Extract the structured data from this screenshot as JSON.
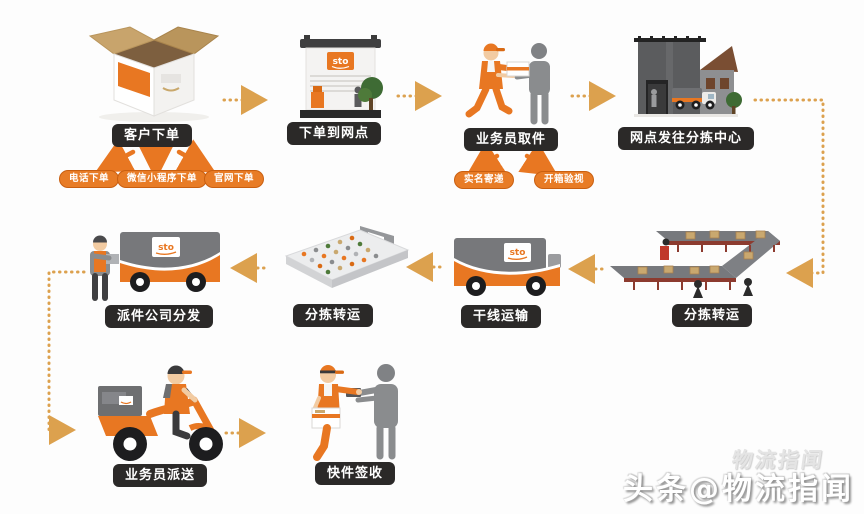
{
  "brand": {
    "logo_text": "sto"
  },
  "palette": {
    "orange": "#E87722",
    "orange_dark": "#D96A14",
    "arrow_dotted": "#DCA14E",
    "label_bg": "#2B2928",
    "label_text": "#FFFFFF",
    "pill_bg": "#E87C26",
    "gray_dark": "#5B5C5E",
    "gray_mid": "#8A8C8E",
    "cardboard": "#C8A46C",
    "green": "#4E7A3A"
  },
  "flow": {
    "nodes": [
      {
        "label": "客户下单",
        "icon": "open-box-icon",
        "subs": [
          "电话下单",
          "微信小程序下单",
          "官网下单"
        ]
      },
      {
        "label": "下单到网点",
        "icon": "storefront-icon"
      },
      {
        "label": "业务员取件",
        "icon": "pickup-handover-icon",
        "subs": [
          "实名寄递",
          "开箱验视"
        ]
      },
      {
        "label": "网点发往分拣中心",
        "icon": "sorting-center-building-icon"
      },
      {
        "label": "分拣转运",
        "icon": "conveyor-belts-icon"
      },
      {
        "label": "干线运输",
        "icon": "truck-icon"
      },
      {
        "label": "分拣转运",
        "icon": "sorting-platform-icon"
      },
      {
        "label": "派件公司分发",
        "icon": "truck-with-courier-icon"
      },
      {
        "label": "业务员派送",
        "icon": "delivery-motorbike-icon"
      },
      {
        "label": "快件签收",
        "icon": "sign-receive-icon"
      }
    ]
  },
  "watermark": {
    "main": "头条@物流指闻",
    "ghost": "物流指闻"
  }
}
